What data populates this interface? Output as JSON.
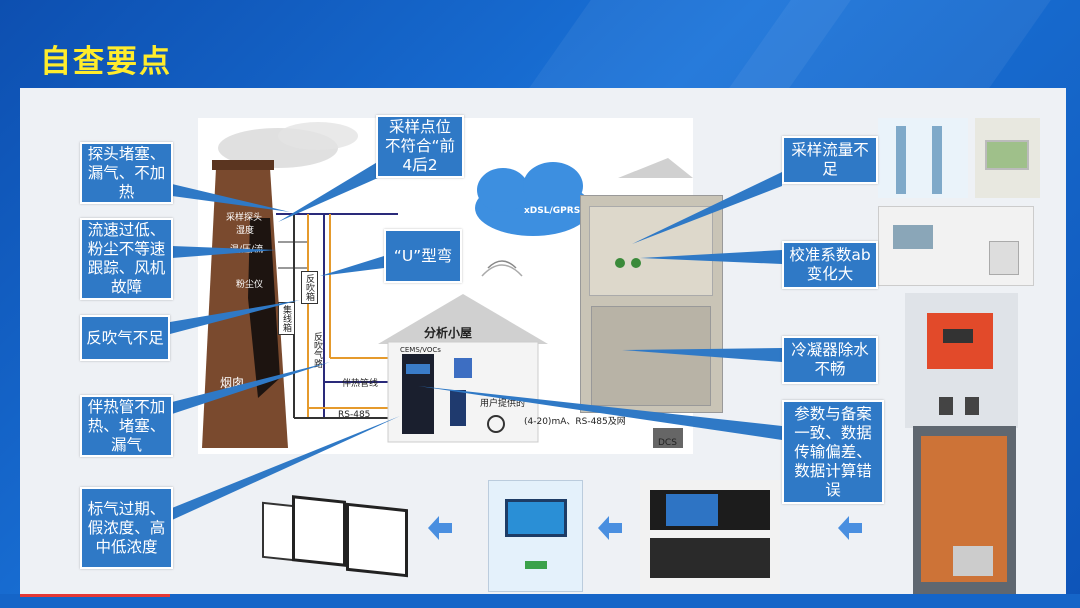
{
  "title": "自查要点",
  "diagram": {
    "cloud": "xDSL/GPRS/CDMA",
    "house": "分析小屋",
    "probe": "采样探头",
    "humidity": "湿度",
    "temp_pressure": "温/压/流",
    "dust": "粉尘仪",
    "chimney": "烟囱",
    "backblow_box": "反吹箱",
    "collector_box": "集线箱",
    "backblow_line": "反吹气路",
    "heat_line": "伴热管线",
    "rs485": "RS-485",
    "analyzer": "CEMS/VOCs",
    "user_supply": "用户提供的",
    "signal": "(4-20)mA、RS-485及网",
    "dcs": "DCS"
  },
  "callouts": {
    "probe_block": "探头堵塞、漏气、不加热",
    "flow_low": "流速过低、粉尘不等速跟踪、风机故障",
    "backblow_short": "反吹气不足",
    "heat_pipe": "伴热管不加热、堵塞、漏气",
    "standard_gas": "标气过期、假浓度、高中低浓度",
    "sample_point": "采样点位不符合“前4后2",
    "u_bend": "“U”型弯",
    "sample_flow": "采样流量不足",
    "calib": "校准系数ab变化大",
    "condenser": "冷凝器除水不畅",
    "params": "参数与备案一致、数据传输偏差、数据计算错误"
  },
  "colors": {
    "callout_bg": "#2f79c6",
    "title": "#ffec2c",
    "page_bg": "#1565c8",
    "panel_bg": "#eef1f5"
  }
}
